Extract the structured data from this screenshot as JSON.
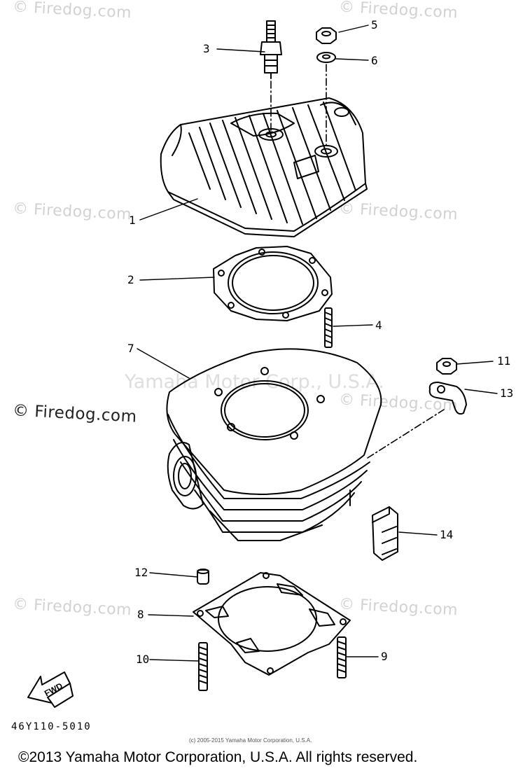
{
  "watermarks": {
    "brand": "© Firedog.com",
    "center": "Yamaha Motor Corp., U.S.A."
  },
  "callouts": [
    "1",
    "2",
    "3",
    "4",
    "5",
    "6",
    "7",
    "8",
    "9",
    "10",
    "11",
    "12",
    "13",
    "14"
  ],
  "fwd_label": "FWD",
  "part_code": "46Y110-5010",
  "small_copyright": "(c) 2005-2015 Yamaha Motor Corporation, U.S.A.",
  "footer_copyright": "©2013 Yamaha Motor Corporation, U.S.A. All rights reserved."
}
